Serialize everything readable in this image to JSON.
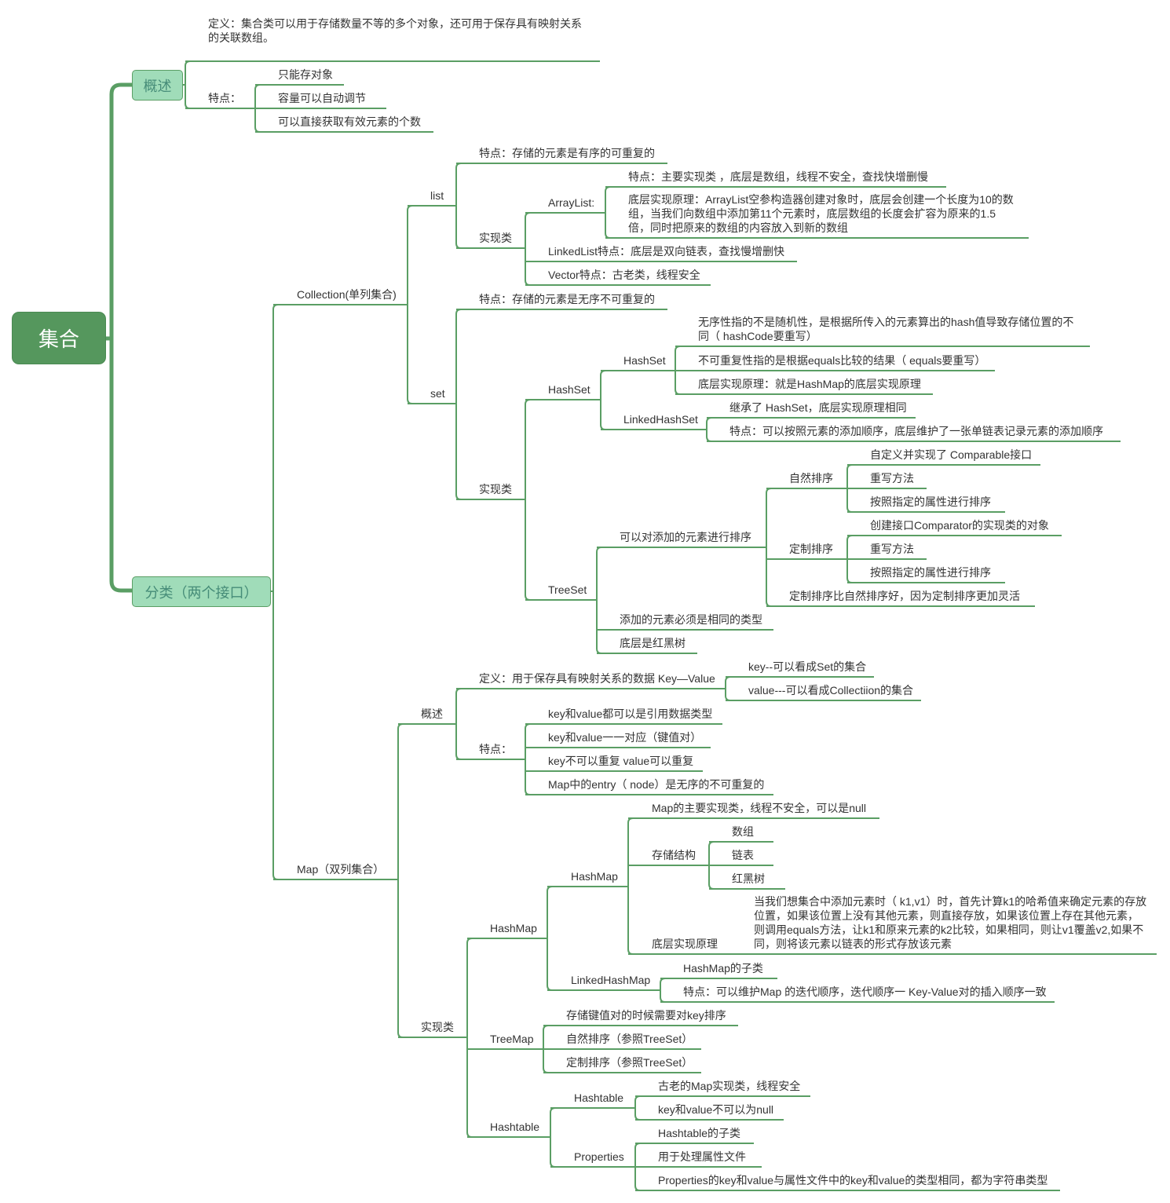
{
  "colors": {
    "line": "#5a9e64",
    "root_fill": "#55975d",
    "topic_fill": "#a0dcb9",
    "topic_text": "#468c78",
    "text": "#333333"
  },
  "root": {
    "label": "集合"
  },
  "overview": {
    "label": "概述",
    "definition": [
      "定义：集合类可以用于存储数量不等的多个对象，还可用于保存具有映射关系",
      "的关联数组。"
    ],
    "features": {
      "label": "特点：",
      "items": [
        "只能存对象",
        "容量可以自动调节",
        "可以直接获取有效元素的个数"
      ]
    }
  },
  "classification": {
    "label": "分类（两个接口）",
    "collection": {
      "label": "Collection(单列集合)",
      "list": {
        "label": "list",
        "feature": "特点：存储的元素是有序的可重复的",
        "impl": {
          "label": "实现类",
          "arraylist": {
            "label": "ArrayList:",
            "feature": "特点：主要实现类 ，底层是数组，线程不安全，查找快增删慢",
            "principle": [
              "底层实现原理：ArrayList空参构造器创建对象时，底层会创建一个长度为10的数",
              "组，当我们向数组中添加第11个元素时，底层数组的长度会扩容为原来的1.5",
              "倍，同时把原来的数组的内容放入到新的数组"
            ]
          },
          "linkedlist": "LinkedList特点：底层是双向链表，查找慢增删快",
          "vector": "Vector特点：古老类，线程安全"
        }
      },
      "set": {
        "label": "set",
        "feature": "特点：存储的元素是无序不可重复的",
        "impl": {
          "label": "实现类",
          "hashset": {
            "label": "HashSet",
            "hashset": {
              "label": "HashSet",
              "disorder": [
                "无序性指的不是随机性，是根据所传入的元素算出的hash值导致存储位置的不",
                "同（ hashCode要重写）"
              ],
              "no_duplicate": "不可重复性指的是根据equals比较的结果（ equals要重写）",
              "principle": "底层实现原理：就是HashMap的底层实现原理"
            },
            "linkedhashset": {
              "label": "LinkedHashSet",
              "inherit": "继承了 HashSet，底层实现原理相同",
              "feature": "特点：可以按照元素的添加顺序，底层维护了一张单链表记录元素的添加顺序"
            }
          },
          "treeset": {
            "label": "TreeSet",
            "sortable": {
              "label": "可以对添加的元素进行排序",
              "natural": {
                "label": "自然排序",
                "items": [
                  "自定义并实现了 Comparable接口",
                  "重写方法",
                  "按照指定的属性进行排序"
                ]
              },
              "custom": {
                "label": "定制排序",
                "items": [
                  "创建接口Comparator的实现类的对象",
                  "重写方法",
                  "按照指定的属性进行排序"
                ]
              },
              "comparison": "定制排序比自然排序好，因为定制排序更加灵活"
            },
            "same_type": "添加的元素必须是相同的类型",
            "structure": "底层是红黑树"
          }
        }
      }
    },
    "map": {
      "label": "Map（双列集合）",
      "overview": {
        "label": "概述",
        "definition": {
          "label": "定义：用于保存具有映射关系的数据 Key—Value",
          "items": [
            "key--可以看成Set的集合",
            "value---可以看成Collectiion的集合"
          ]
        },
        "features": {
          "label": "特点：",
          "items": [
            "key和value都可以是引用数据类型",
            "key和value一一对应（键值对）",
            "key不可以重复 value可以重复",
            "Map中的entry（ node）是无序的不可重复的"
          ]
        }
      },
      "impl": {
        "label": "实现类",
        "hashmap": {
          "label": "HashMap",
          "hashmap": {
            "label": "HashMap",
            "main": "Map的主要实现类，线程不安全，可以是null",
            "storage": {
              "label": "存储结构",
              "items": [
                "数组",
                "链表",
                "红黑树"
              ]
            },
            "principle": {
              "label": "底层实现原理",
              "text": [
                "当我们想集合中添加元素时（ k1,v1）时，首先计算k1的哈希值来确定元素的存放",
                "位置，如果该位置上没有其他元素，则直接存放，如果该位置上存在其他元素，",
                "则调用equals方法，让k1和原来元素的k2比较，如果相同，则让v1覆盖v2,如果不",
                "同，则将该元素以链表的形式存放该元素"
              ]
            }
          },
          "linkedhashmap": {
            "label": "LinkedHashMap",
            "items": [
              "HashMap的子类",
              "特点：可以维护Map 的迭代顺序，迭代顺序一 Key-Value对的插入顺序一致"
            ]
          }
        },
        "treemap": {
          "label": "TreeMap",
          "items": [
            "存储键值对的时候需要对key排序",
            "自然排序（参照TreeSet）",
            "定制排序（参照TreeSet）"
          ]
        },
        "hashtable": {
          "label": "Hashtable",
          "hashtable": {
            "label": "Hashtable",
            "items": [
              "古老的Map实现类，线程安全",
              "key和value不可以为null"
            ]
          },
          "properties": {
            "label": "Properties",
            "items": [
              "Hashtable的子类",
              "用于处理属性文件",
              "Properties的key和value与属性文件中的key和value的类型相同，都为字符串类型"
            ]
          }
        }
      }
    }
  }
}
